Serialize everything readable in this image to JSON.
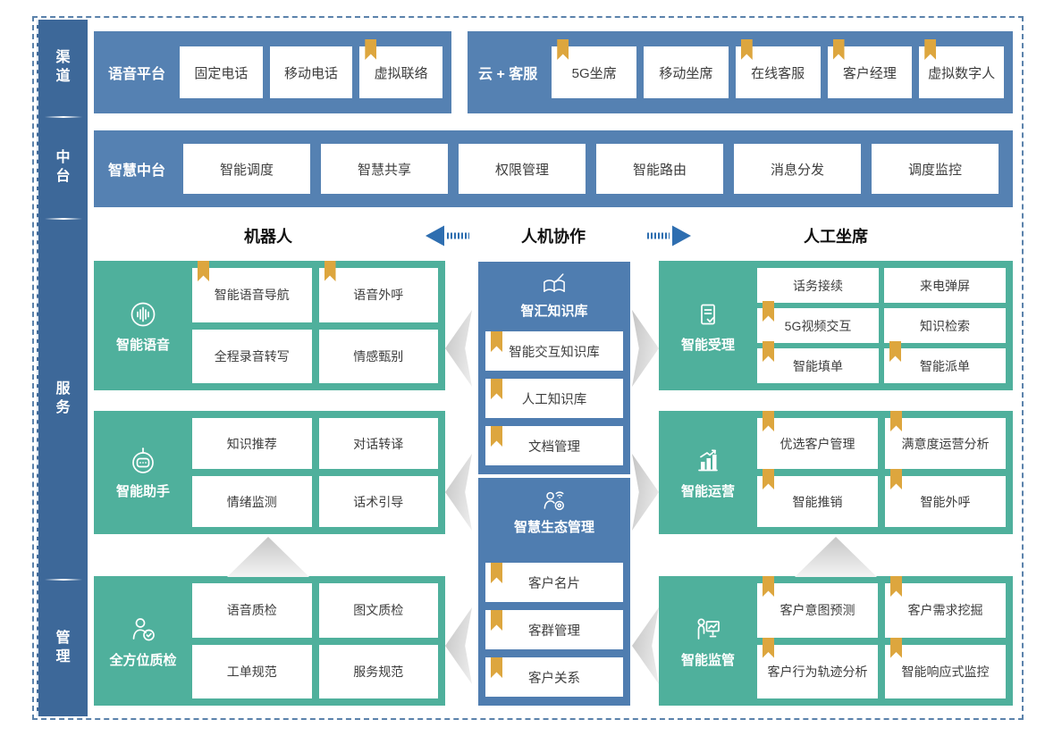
{
  "sidebar": {
    "sections": [
      {
        "id": "channel",
        "label": "渠道"
      },
      {
        "id": "middle-platform",
        "label": "中台"
      },
      {
        "id": "service",
        "label": "服务"
      },
      {
        "id": "management",
        "label": "管理"
      }
    ]
  },
  "channel_row": {
    "voice_platform": {
      "label": "语音平台",
      "items": [
        {
          "label": "固定电话",
          "bookmark": false
        },
        {
          "label": "移动电话",
          "bookmark": false
        },
        {
          "label": "虚拟联络",
          "bookmark": true
        }
      ]
    },
    "cloud_service": {
      "label": "云 + 客服",
      "items": [
        {
          "label": "5G坐席",
          "bookmark": true
        },
        {
          "label": "移动坐席",
          "bookmark": false
        },
        {
          "label": "在线客服",
          "bookmark": true
        },
        {
          "label": "客户经理",
          "bookmark": true
        },
        {
          "label": "虚拟数字人",
          "bookmark": true
        }
      ]
    }
  },
  "middle_platform_row": {
    "label": "智慧中台",
    "items": [
      {
        "label": "智能调度",
        "bookmark": false
      },
      {
        "label": "智慧共享",
        "bookmark": false
      },
      {
        "label": "权限管理",
        "bookmark": false
      },
      {
        "label": "智能路由",
        "bookmark": false
      },
      {
        "label": "消息分发",
        "bookmark": false
      },
      {
        "label": "调度监控",
        "bookmark": false
      }
    ]
  },
  "collab": {
    "robot": "机器人",
    "center": "人机协作",
    "agent": "人工坐席"
  },
  "service_left": [
    {
      "id": "smart-voice",
      "title": "智能语音",
      "icon": "voice-icon",
      "items": [
        {
          "label": "智能语音导航",
          "bookmark": true
        },
        {
          "label": "语音外呼",
          "bookmark": true
        },
        {
          "label": "全程录音转写",
          "bookmark": false
        },
        {
          "label": "情感甄别",
          "bookmark": false
        }
      ]
    },
    {
      "id": "smart-assistant",
      "title": "智能助手",
      "icon": "robot-icon",
      "items": [
        {
          "label": "知识推荐",
          "bookmark": false
        },
        {
          "label": "对话转译",
          "bookmark": false
        },
        {
          "label": "情绪监测",
          "bookmark": false
        },
        {
          "label": "话术引导",
          "bookmark": false
        }
      ]
    },
    {
      "id": "quality-inspection",
      "title": "全方位质检",
      "icon": "inspector-icon",
      "items": [
        {
          "label": "语音质检",
          "bookmark": false
        },
        {
          "label": "图文质检",
          "bookmark": false
        },
        {
          "label": "工单规范",
          "bookmark": false
        },
        {
          "label": "服务规范",
          "bookmark": false
        }
      ]
    }
  ],
  "service_middle": [
    {
      "id": "knowledge-base",
      "title": "智汇知识库",
      "icon": "knowledge-icon",
      "items": [
        {
          "label": "智能交互知识库",
          "bookmark": true
        },
        {
          "label": "人工知识库",
          "bookmark": true
        },
        {
          "label": "文档管理",
          "bookmark": true
        }
      ]
    },
    {
      "id": "ecosystem-management",
      "title": "智慧生态管理",
      "icon": "ecosystem-icon",
      "items": [
        {
          "label": "客户名片",
          "bookmark": true
        },
        {
          "label": "客群管理",
          "bookmark": true
        },
        {
          "label": "客户关系",
          "bookmark": true
        }
      ]
    }
  ],
  "service_right": [
    {
      "id": "smart-acceptance",
      "title": "智能受理",
      "icon": "document-check-icon",
      "items": [
        {
          "label": "话务接续",
          "bookmark": false
        },
        {
          "label": "来电弹屏",
          "bookmark": false
        },
        {
          "label": "5G视频交互",
          "bookmark": true
        },
        {
          "label": "知识检索",
          "bookmark": false
        },
        {
          "label": "智能填单",
          "bookmark": true
        },
        {
          "label": "智能派单",
          "bookmark": true
        }
      ]
    },
    {
      "id": "smart-operation",
      "title": "智能运营",
      "icon": "chart-icon",
      "items": [
        {
          "label": "优选客户管理",
          "bookmark": true
        },
        {
          "label": "满意度运营分析",
          "bookmark": true
        },
        {
          "label": "智能推销",
          "bookmark": true
        },
        {
          "label": "智能外呼",
          "bookmark": true
        }
      ]
    },
    {
      "id": "smart-supervision",
      "title": "智能监管",
      "icon": "monitor-icon",
      "items": [
        {
          "label": "客户意图预测",
          "bookmark": true
        },
        {
          "label": "客户需求挖掘",
          "bookmark": true
        },
        {
          "label": "客户行为轨迹分析",
          "bookmark": true
        },
        {
          "label": "智能响应式监控",
          "bookmark": true
        }
      ]
    }
  ],
  "colors": {
    "sidebar_blue": "#3d6899",
    "row_blue": "#5581b2",
    "middle_block_blue": "#4f7db0",
    "teal": "#4fb09c",
    "bookmark_gold": "#dda63e",
    "arrow_blue": "#2e6eb0",
    "frame_dash": "#5b82ab"
  }
}
